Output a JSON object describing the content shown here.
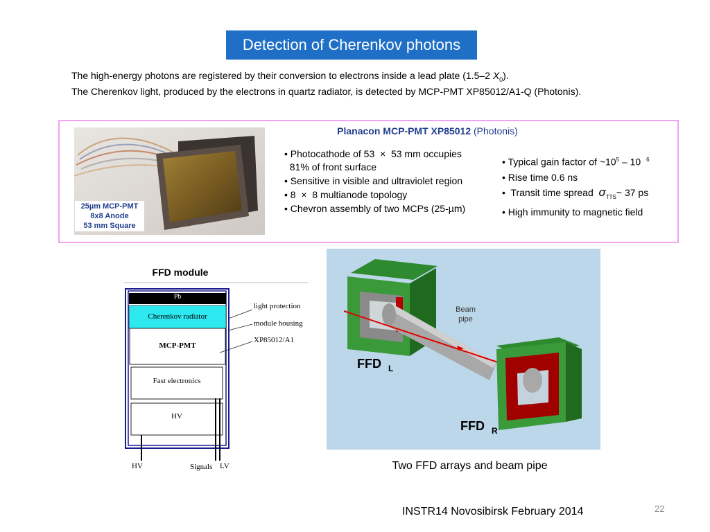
{
  "slide": {
    "title": "Detection of Cherenkov photons",
    "intro_line1_main": "The high-energy photons are registered by their conversion to electrons inside a lead plate (1.5–2 ",
    "intro_line1_x": "X",
    "intro_line1_sub": "0",
    "intro_line1_end": ").",
    "intro_line2": "The Cherenkov light, produced by the electrons in quartz radiator, is detected by MCP-PMT XP85012/A1-Q (Photonis).",
    "footer": "INSTR14 Novosibirsk February 2014",
    "page_number": "22"
  },
  "pmt": {
    "title_bold": "Planacon MCP-PMT XP85012",
    "title_normal": " (Photonis)",
    "photo_caption": [
      "25µm MCP-PMT",
      "8x8 Anode",
      "53 mm Square"
    ],
    "specs_left": [
      "• Photocathode of 53  ×  53 mm occupies",
      "  81% of front surface",
      "• Sensitive in visible and ultraviolet region",
      "• 8  ×  8 multianode topology",
      "• Chevron assembly of two MCPs (25-µm)"
    ],
    "gain_prefix": "• Typical gain factor of ~10",
    "gain_exp1": "5",
    "gain_dash": " – 10",
    "gain_exp2": "6",
    "rise_time": "•  Rise time 0.6 ns",
    "tts_prefix": "•  Transit time spread  ",
    "tts_sigma": "σ",
    "tts_sub": "TTS",
    "tts_value": "~ 37 ps",
    "immunity": "•  High immunity to magnetic field"
  },
  "module": {
    "heading": "FFD module",
    "pb": "Pb",
    "radiator": "Cherenkov radiator",
    "pmt": "MCP-PMT",
    "electronics": "Fast electronics",
    "hv_box": "HV",
    "callouts": [
      "light protection",
      "module housing",
      "XP85012/A1"
    ],
    "bottom_labels": [
      "HV",
      "Signals",
      "LV"
    ]
  },
  "arrays": {
    "beam_pipe_label": [
      "Beam",
      "pipe"
    ],
    "ffd_left": "FFD",
    "ffd_left_sub": "L",
    "ffd_right": "FFD",
    "ffd_right_sub": "R",
    "caption": "Two FFD arrays and beam pipe"
  }
}
